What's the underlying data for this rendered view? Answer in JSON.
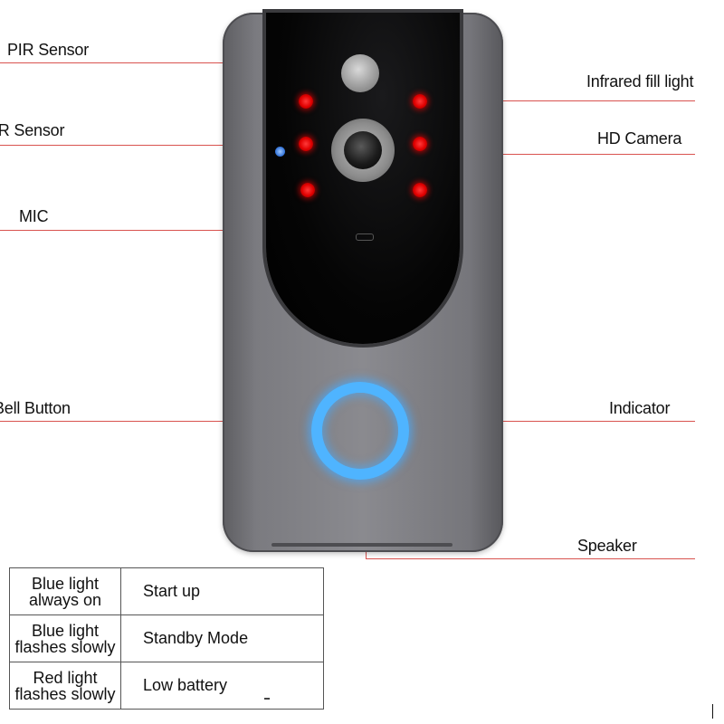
{
  "labels": {
    "pir_sensor": "PIR Sensor",
    "ir_sensor": "IR Sensor",
    "mic": "MIC",
    "bell_button": "Bell Button",
    "infrared_fill_light": "Infrared fill light",
    "hd_camera": "HD Camera",
    "indicator": "Indicator",
    "speaker": "Speaker"
  },
  "status_table": [
    {
      "light": "Blue light always on",
      "light_line1": "Blue light",
      "light_line2": "always on",
      "state": "Start up"
    },
    {
      "light": "Blue light flashes slowly",
      "light_line1": "Blue light",
      "light_line2": "flashes slowly",
      "state": "Standby Mode"
    },
    {
      "light": "Red light flashes slowly",
      "light_line1": "Red light",
      "light_line2": "flashes slowly",
      "state": "Low battery"
    }
  ],
  "colors": {
    "leader_line": "#d9534f",
    "device_body": "#7b7b80",
    "indicator_ring": "#4fb4ff",
    "infrared_led": "#e00000"
  },
  "icons": [
    "pir-sensor-icon",
    "ir-sensor-icon",
    "camera-lens-icon",
    "led-icon",
    "mic-icon",
    "indicator-ring-icon"
  ]
}
